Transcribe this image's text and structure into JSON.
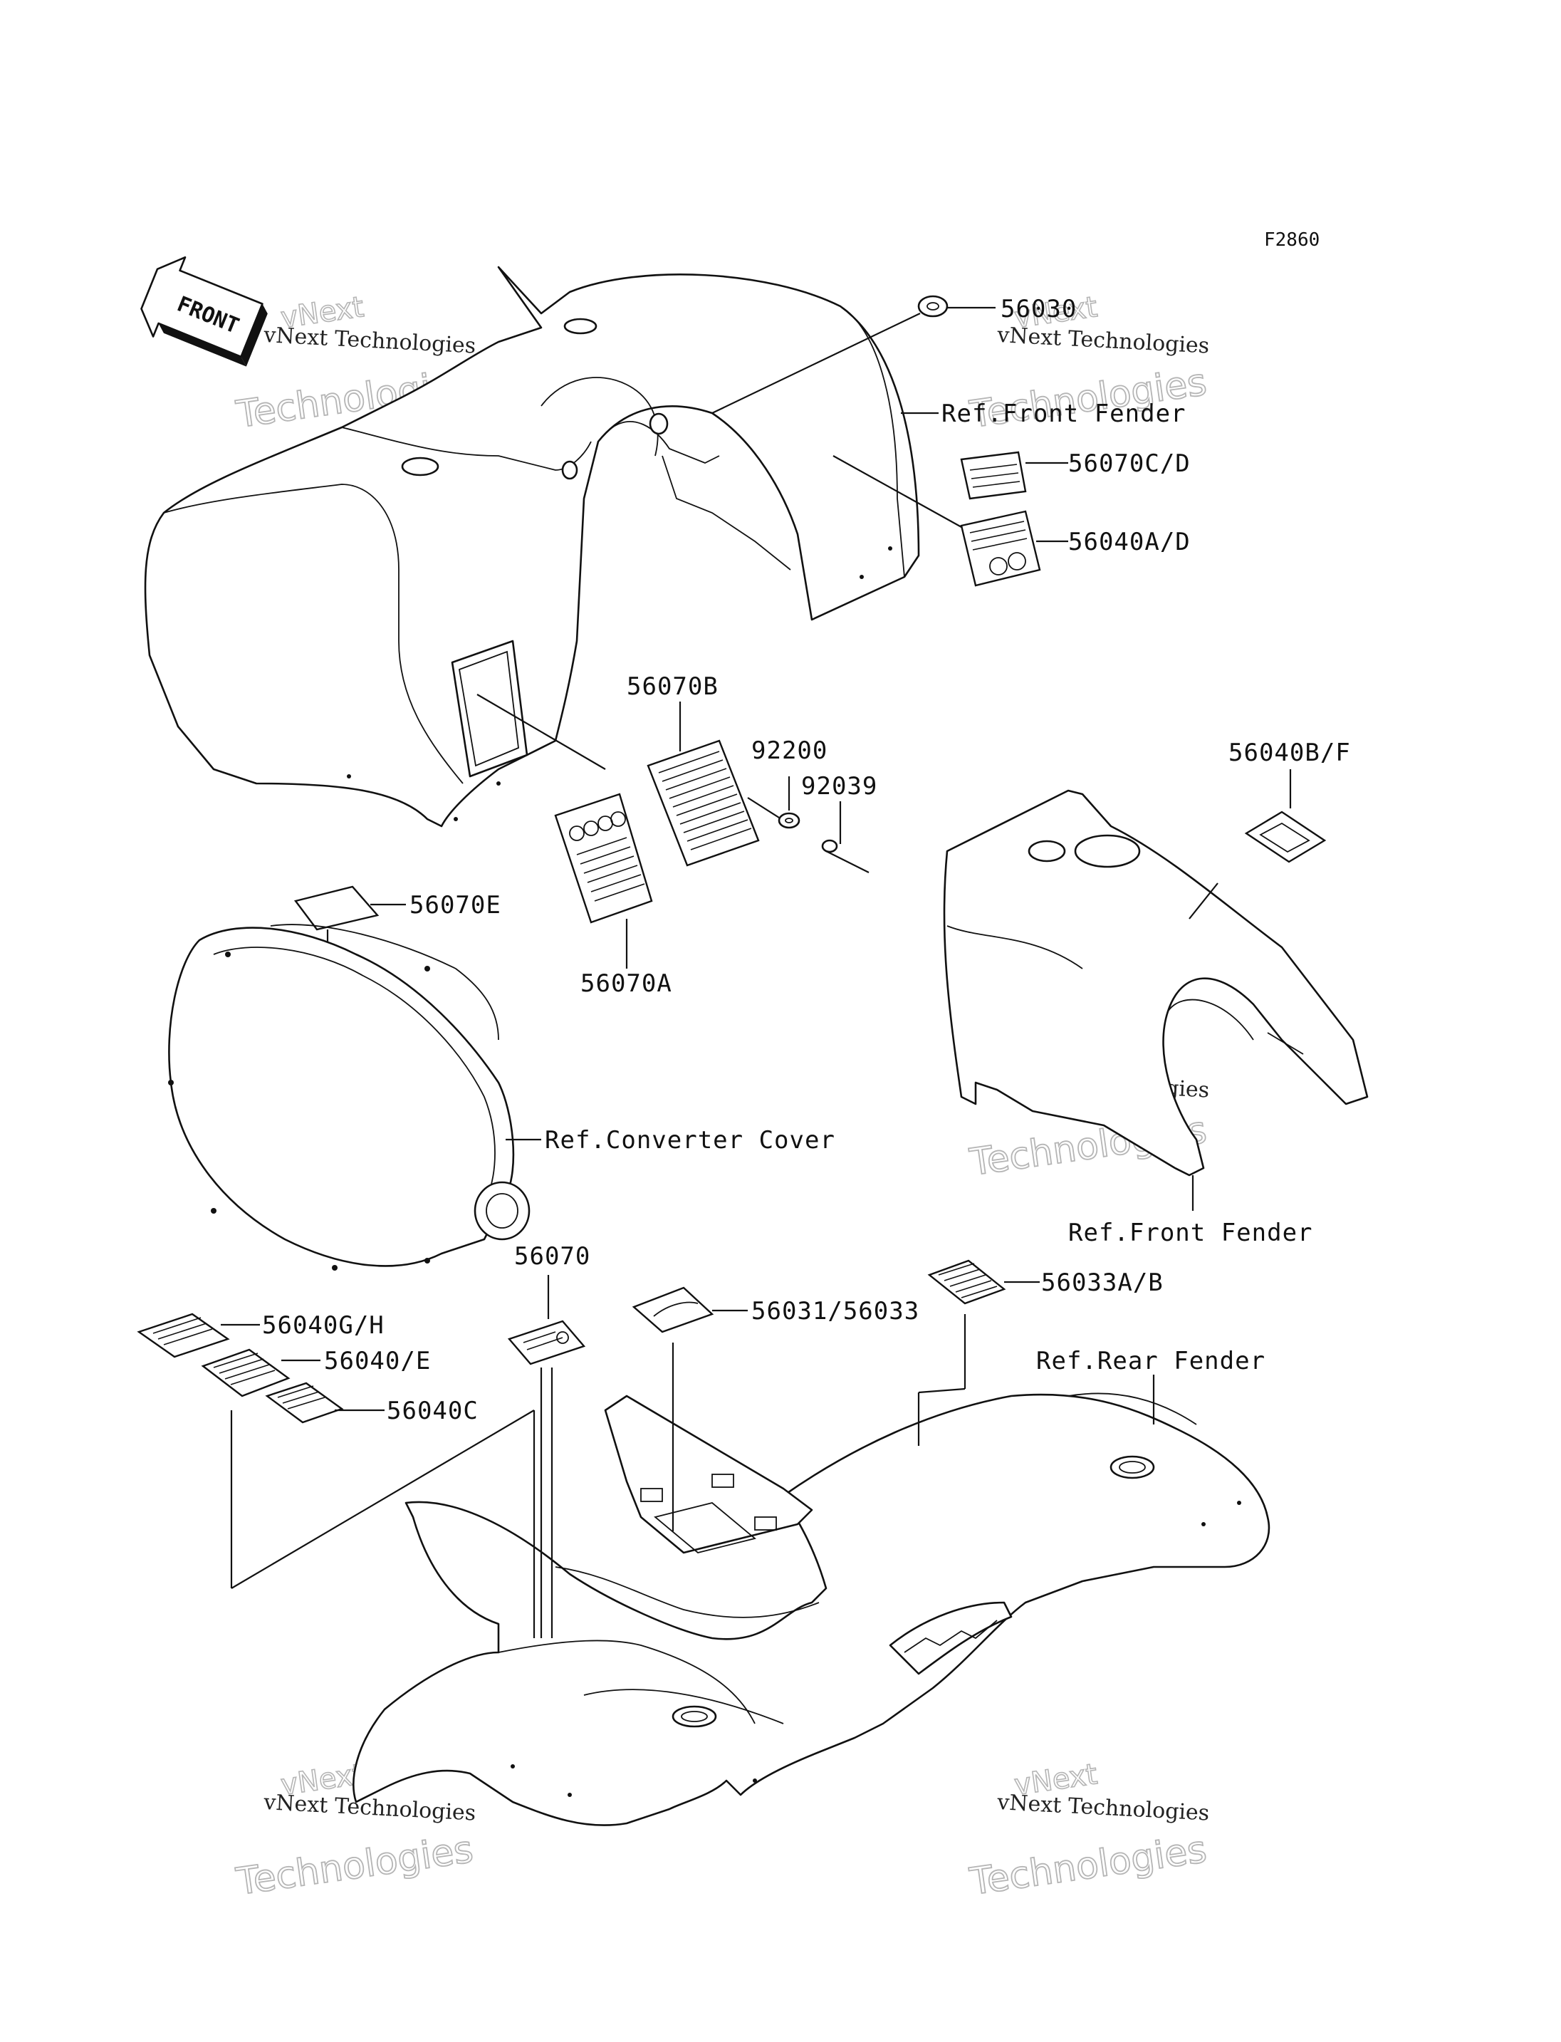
{
  "figure_code": "F2860",
  "front_arrow_label": "FRONT",
  "watermark": {
    "line1": "vNext",
    "line2": "vNext Technologies",
    "line3": "Technologies"
  },
  "callouts": {
    "p56030": "56030",
    "ref_front_fender_top": "Ref.Front Fender",
    "p56070cd": "56070C/D",
    "p56040ad": "56040A/D",
    "p56070b": "56070B",
    "p92200": "92200",
    "p92039": "92039",
    "p56040bf": "56040B/F",
    "p56070e": "56070E",
    "p56070a": "56070A",
    "ref_converter_cover": "Ref.Converter Cover",
    "ref_front_fender_mid": "Ref.Front Fender",
    "p56070": "56070",
    "p56033ab": "56033A/B",
    "p56031_56033": "56031/56033",
    "p56040gh": "56040G/H",
    "ref_rear_fender": "Ref.Rear Fender",
    "p56040e": "56040/E",
    "p56040c": "56040C"
  }
}
